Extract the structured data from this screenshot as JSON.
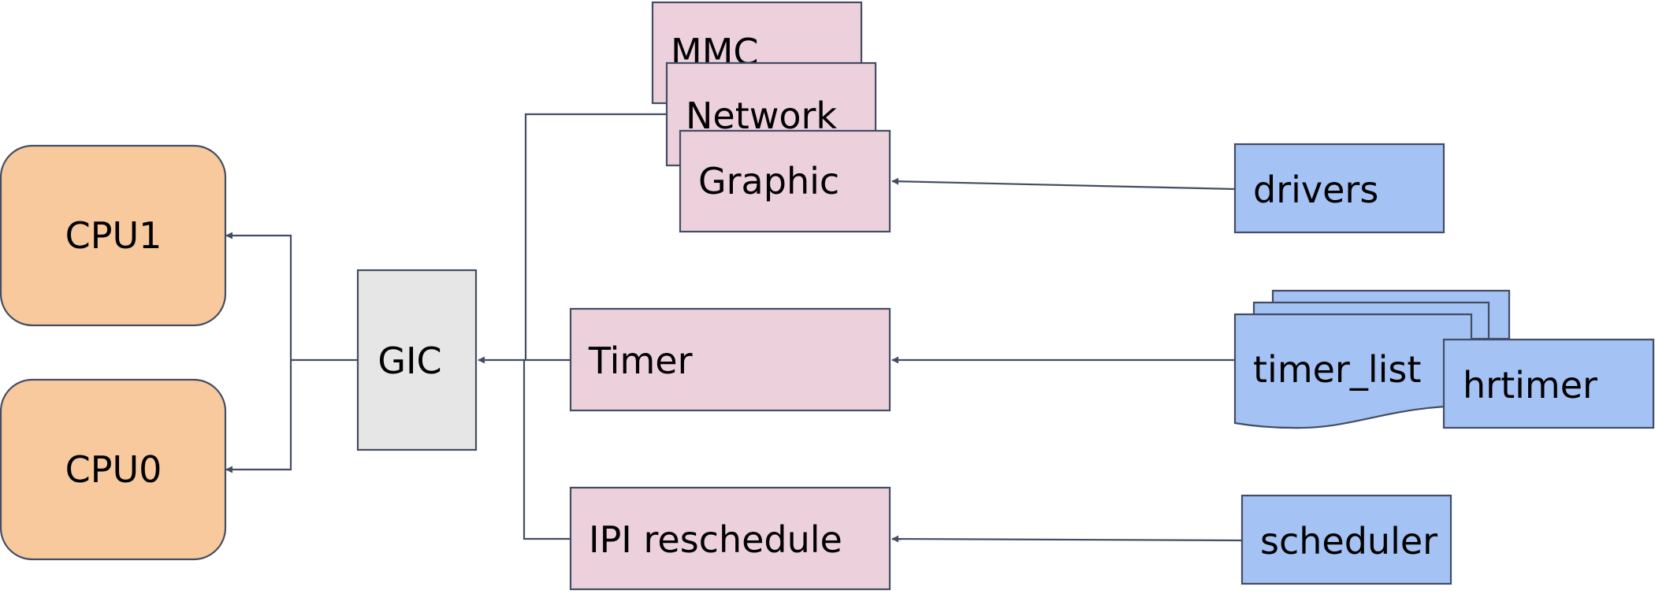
{
  "diagram": {
    "nodes": {
      "cpu1": "CPU1",
      "cpu0": "CPU0",
      "gic": "GIC",
      "mmc": "MMC",
      "network": "Network",
      "graphic": "Graphic",
      "timer": "Timer",
      "ipi": "IPI reschedule",
      "drivers": "drivers",
      "timer_list": "timer_list",
      "hrtimer": "hrtimer",
      "scheduler": "scheduler"
    },
    "colors": {
      "cpu": "#f8c99c",
      "gic": "#e6e6e6",
      "source": "#ecd1dc",
      "subsystem": "#a4c2f4",
      "stroke": "#434d63"
    }
  }
}
